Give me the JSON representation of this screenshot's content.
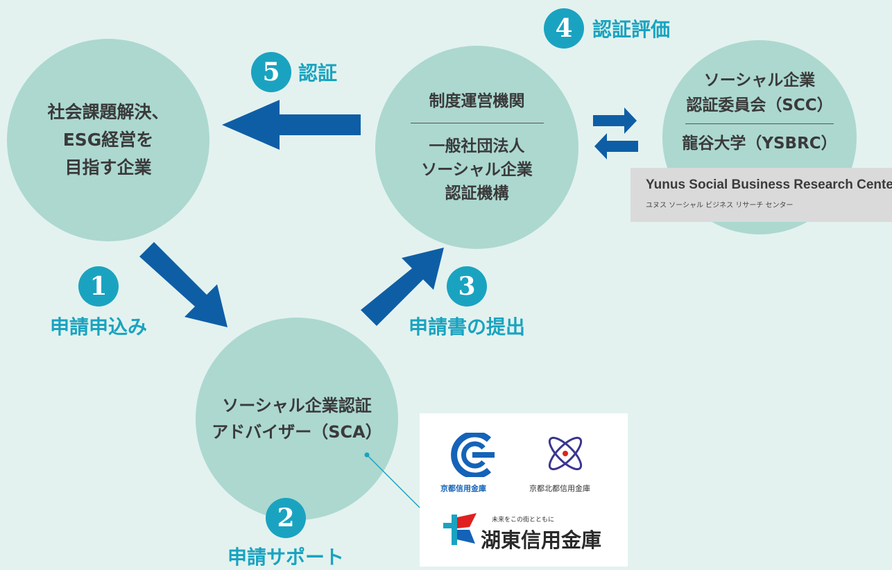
{
  "colors": {
    "background": "#e3f2ef",
    "circle": "#acd8d0",
    "accent": "#1aa3c0",
    "arrow": "#0e5ea6"
  },
  "company": {
    "lines": [
      "社会課題解決、",
      "ESG経営を",
      "目指す企業"
    ]
  },
  "operator": {
    "title": "制度運営機関",
    "lines": [
      "一般社団法人",
      "ソーシャル企業",
      "認証機構"
    ]
  },
  "committee": {
    "lines": [
      "ソーシャル企業",
      "認証委員会（SCC）"
    ],
    "sub": "龍谷大学（YSBRC）"
  },
  "ysbrc_banner": {
    "title": "Yunus Social Business Research Center",
    "kana": "ユヌス ソーシャル ビジネス リサーチ センター"
  },
  "advisor": {
    "lines": [
      "ソーシャル企業認証",
      "アドバイザー（SCA）"
    ]
  },
  "steps": [
    {
      "num": "1",
      "label": "申請申込み"
    },
    {
      "num": "2",
      "label": "申請サポート"
    },
    {
      "num": "3",
      "label": "申請書の提出"
    },
    {
      "num": "4",
      "label": "認証評価"
    },
    {
      "num": "5",
      "label": "認証"
    }
  ],
  "banks": {
    "kyoto_shinkin": "京都信用金庫",
    "kyoto_hokuto": "京都北都信用金庫",
    "koto_tagline": "未来をこの街とともに",
    "koto": "湖東信用金庫"
  }
}
